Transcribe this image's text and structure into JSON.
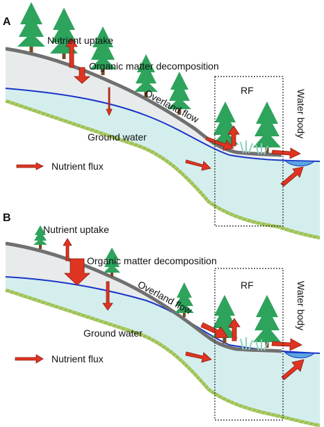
{
  "colors": {
    "soil": "#e8ebeb",
    "groundwater": "#d4eeee",
    "surface": "#707070",
    "watertable": "#1a35c8",
    "bedrock": "#9cc25a",
    "tree": "#2ea35c",
    "trunk": "#7a4a23",
    "arrow": "#e03422",
    "arrowEdge": "#8a1c10",
    "stream": "#5aa6e0",
    "dotted": "#222222"
  },
  "panels": [
    {
      "letter": "A",
      "labels": {
        "uptake": "Nutrient uptake",
        "decomposition": "Organic matter decomposition",
        "overland": "Overland flow",
        "rf": "RF",
        "water_body": "Water body",
        "ground_water": "Ground water",
        "nutrient_flux": "Nutrient flux"
      }
    },
    {
      "letter": "B",
      "labels": {
        "uptake": "Nutrient uptake",
        "decomposition": "Organic matter decomposition",
        "overland": "Overland flow",
        "rf": "RF",
        "water_body": "Water body",
        "ground_water": "Ground water",
        "nutrient_flux": "Nutrient flux"
      }
    }
  ]
}
